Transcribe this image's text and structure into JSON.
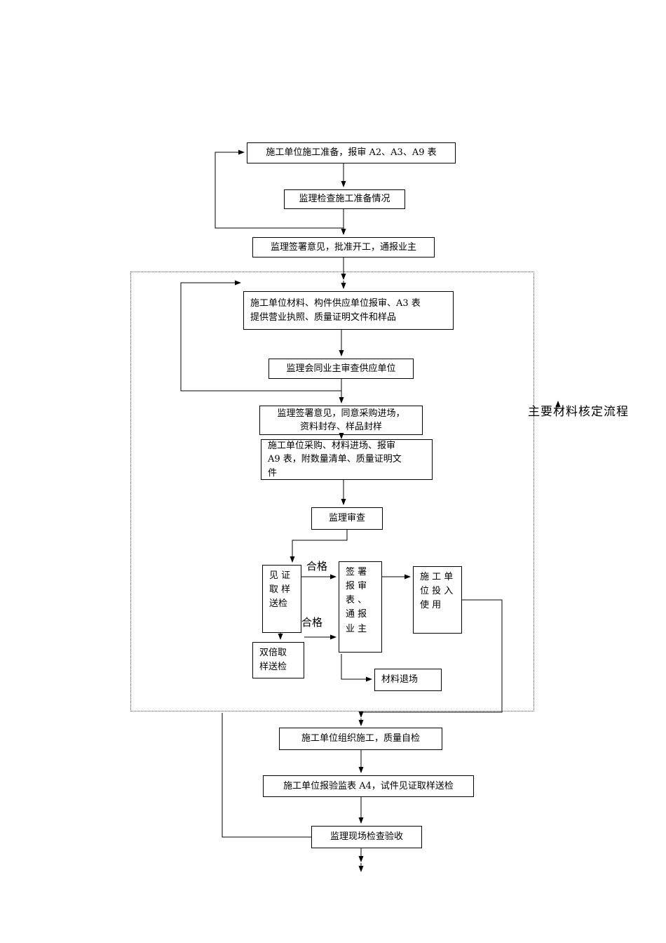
{
  "title_label": {
    "text": "主要材料核定流程"
  },
  "flow_labels": {
    "qualified_top": "合格",
    "qualified_bottom": "合格"
  },
  "boxes": {
    "prepare": "施工单位施工准备，报审 A2、A3、A9 表",
    "check_preparation": "监理检查施工准备情况",
    "approve_start": "监理签署意见，批准开工，通报业主",
    "supplier_submit": "施工单位材料、构件供应单位报审、A3 表\n提供营业执照、质量证明文件和样品",
    "review_supplier": "监理会同业主审查供应单位",
    "approve_purchase": "监理签署意见，同意采购进场，\n资料封存、样品封样",
    "material_entry": "施工单位采购、材料进场、报审\nA9 表，附数量清单、质量证明文\n件",
    "supervisor_review": "监理审查",
    "witness_sampling": "见 证\n取 样\n送检",
    "sign_report": "签 署\n报 审\n表 、\n通 报\n业 主",
    "put_into_use": "施 工 单\n位 投 入\n使 用",
    "double_sampling": "双倍取\n样送检",
    "material_exit": "材料退场",
    "organize_construction": "施工单位组织施工，质量自检",
    "report_inspection": "施工单位报验监表 A4，试件见证取样送检",
    "site_acceptance": "监理现场检查验收"
  }
}
